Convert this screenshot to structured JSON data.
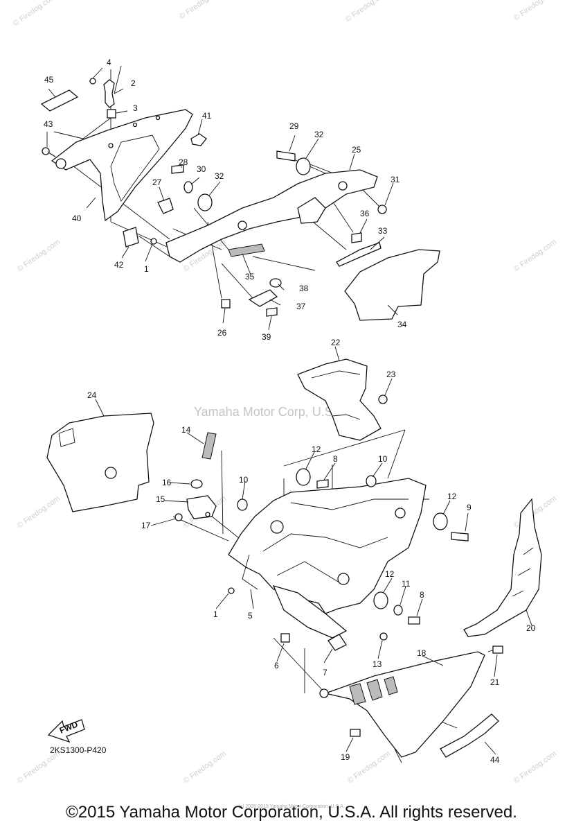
{
  "diagram_code": "2KS1300-P420",
  "fwd_label": "FWD",
  "copyright": "©2015 Yamaha Motor Corporation, U.S.A. All rights reserved.",
  "small_copyright": "(c) 2005-2015 Yamaha Motor Corporation, U.S.A.",
  "watermark_center": "Yamaha Motor Corp, U.S.A.",
  "watermark_site": "Firedog.com",
  "watermark_site_large": "© Firedog.com",
  "callouts": [
    "1",
    "2",
    "3",
    "4",
    "5",
    "6",
    "7",
    "8",
    "9",
    "10",
    "11",
    "12",
    "13",
    "14",
    "15",
    "16",
    "17",
    "18",
    "19",
    "20",
    "21",
    "22",
    "23",
    "24",
    "25",
    "26",
    "27",
    "28",
    "29",
    "30",
    "31",
    "32",
    "33",
    "34",
    "35",
    "36",
    "37",
    "38",
    "39",
    "40",
    "41",
    "42",
    "43",
    "44",
    "45"
  ]
}
